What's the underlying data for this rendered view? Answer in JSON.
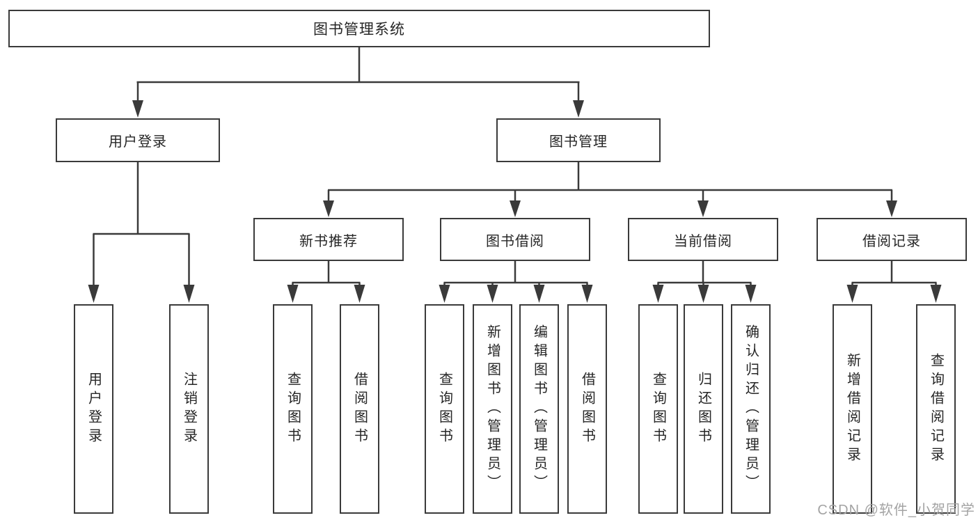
{
  "diagram": {
    "title": "图书管理系统",
    "type": "hierarchy-tree",
    "tree": {
      "root": "图书管理系统",
      "branches": [
        {
          "label": "用户登录",
          "children": [
            "用户登录",
            "注销登录"
          ]
        },
        {
          "label": "图书管理",
          "groups": [
            {
              "label": "新书推荐",
              "children": [
                "查询图书",
                "借阅图书"
              ]
            },
            {
              "label": "图书借阅",
              "children": [
                "查询图书",
                "新增图书（管理员）",
                "编辑图书（管理员）",
                "借阅图书"
              ]
            },
            {
              "label": "当前借阅",
              "children": [
                "查询图书",
                "归还图书",
                "确认归还（管理员）"
              ]
            },
            {
              "label": "借阅记录",
              "children": [
                "新增借阅记录",
                "查询借阅记录"
              ]
            }
          ]
        }
      ]
    },
    "colors": {
      "line": "#3a3a3a",
      "box_border": "#3a3a3a",
      "text": "#262626",
      "background": "#ffffff",
      "watermark": "#a3a3a3"
    }
  },
  "watermark": {
    "text": "CSDN @软件_小贺同学"
  }
}
